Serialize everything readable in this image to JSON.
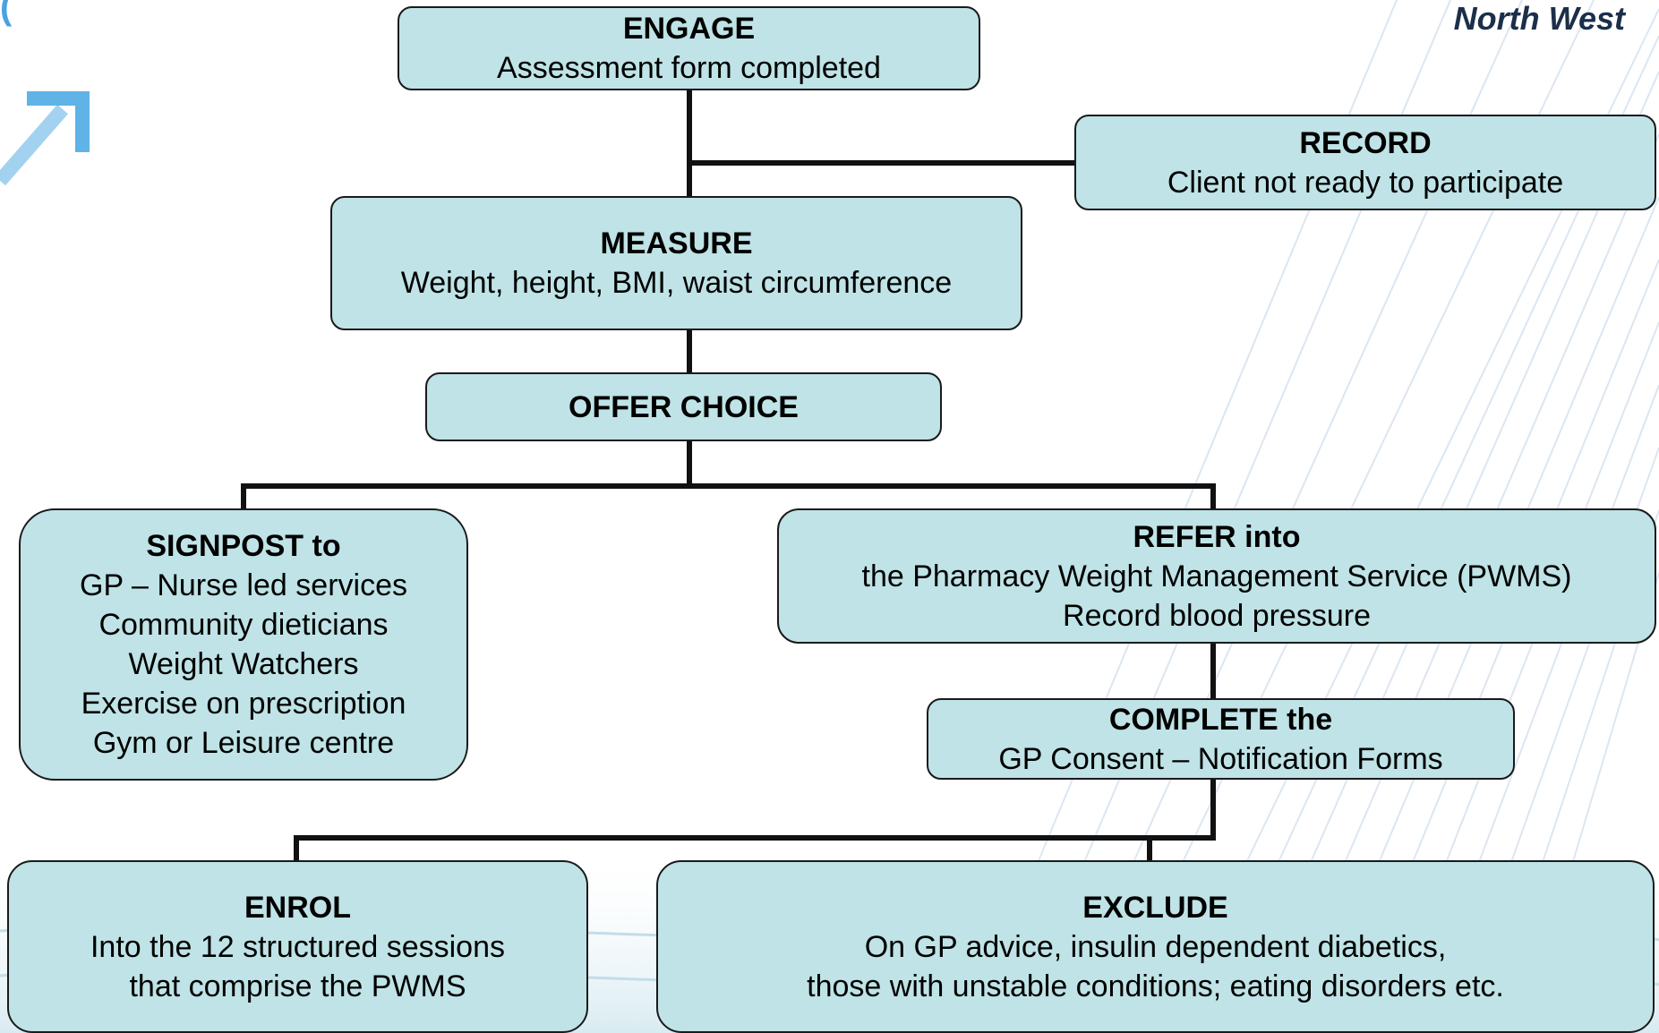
{
  "colors": {
    "box_fill": "#bfe3e6",
    "box_border": "#1a1a1a",
    "connector": "#111111",
    "logo_blue": "#4aa3df"
  },
  "logo": {
    "text": "North West",
    "partial_text": "(",
    "arrow_icon": "arrow-up-right-icon"
  },
  "nodes": {
    "engage": {
      "title": "ENGAGE",
      "lines": [
        "Assessment form completed"
      ]
    },
    "record": {
      "title": "RECORD",
      "lines": [
        "Client not ready to participate"
      ]
    },
    "measure": {
      "title": "MEASURE",
      "lines": [
        "Weight, height, BMI, waist circumference"
      ]
    },
    "offer": {
      "title": "OFFER CHOICE",
      "lines": []
    },
    "signpost": {
      "title": "SIGNPOST to",
      "lines": [
        "GP – Nurse led services",
        "Community dieticians",
        "Weight Watchers",
        "Exercise on prescription",
        "Gym or Leisure centre"
      ]
    },
    "refer": {
      "title": "REFER into",
      "lines": [
        "the Pharmacy Weight Management Service (PWMS)",
        "Record blood pressure"
      ]
    },
    "complete": {
      "title": "COMPLETE the",
      "lines": [
        "GP Consent – Notification Forms"
      ]
    },
    "enrol": {
      "title": "ENROL",
      "lines": [
        "Into the 12 structured sessions",
        "that comprise the PWMS"
      ]
    },
    "exclude": {
      "title": "EXCLUDE",
      "lines": [
        "On GP advice, insulin dependent diabetics,",
        "those with unstable conditions; eating disorders etc."
      ]
    }
  }
}
